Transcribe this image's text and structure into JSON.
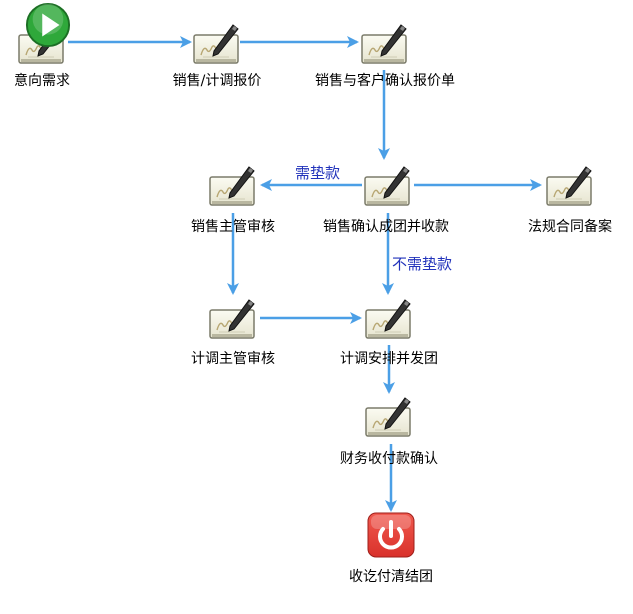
{
  "nodes": [
    {
      "id": "yixiang",
      "label": "意向需求",
      "icon": "task-pen-icon",
      "start": true
    },
    {
      "id": "baojia",
      "label": "销售/计调报价",
      "icon": "task-pen-icon"
    },
    {
      "id": "queren",
      "label": "销售与客户确认报价单",
      "icon": "task-pen-icon"
    },
    {
      "id": "chengtuan",
      "label": "销售确认成团并收款",
      "icon": "task-pen-icon"
    },
    {
      "id": "xiaoshou_zhuguan",
      "label": "销售主管审核",
      "icon": "task-pen-icon"
    },
    {
      "id": "fagui",
      "label": "法规合同备案",
      "icon": "task-pen-icon"
    },
    {
      "id": "jidiao_zhuguan",
      "label": "计调主管审核",
      "icon": "task-pen-icon"
    },
    {
      "id": "anpai",
      "label": "计调安排并发团",
      "icon": "task-pen-icon"
    },
    {
      "id": "caiwu",
      "label": "财务收付款确认",
      "icon": "task-pen-icon"
    },
    {
      "id": "jieshu",
      "label": "收讫付清结团",
      "icon": "power-end-icon"
    }
  ],
  "edges": [
    {
      "from": "yixiang",
      "to": "baojia"
    },
    {
      "from": "baojia",
      "to": "queren"
    },
    {
      "from": "queren",
      "to": "chengtuan"
    },
    {
      "from": "chengtuan",
      "to": "xiaoshou_zhuguan",
      "label": "需垫款"
    },
    {
      "from": "chengtuan",
      "to": "fagui"
    },
    {
      "from": "chengtuan",
      "to": "anpai",
      "label": "不需垫款"
    },
    {
      "from": "xiaoshou_zhuguan",
      "to": "jidiao_zhuguan"
    },
    {
      "from": "jidiao_zhuguan",
      "to": "anpai"
    },
    {
      "from": "anpai",
      "to": "caiwu"
    },
    {
      "from": "caiwu",
      "to": "jieshu"
    }
  ],
  "colors": {
    "edge": "#4b9fe6",
    "edge_label": "#2233bb",
    "end_node": "#d9312b",
    "start_badge": "#2fa83a"
  }
}
